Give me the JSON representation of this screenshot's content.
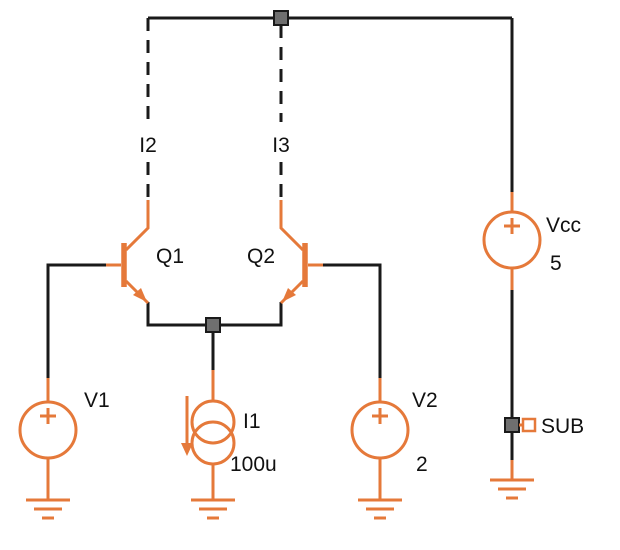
{
  "colors": {
    "background": "#ffffff",
    "component": "#E5793A",
    "wire": "#1a1a1a",
    "node_fill": "#6f6f6f",
    "node_stroke": "#1a1a1a",
    "label": "#111111"
  },
  "components": {
    "i2": {
      "label": "I2"
    },
    "i3": {
      "label": "I3"
    },
    "q1": {
      "label": "Q1"
    },
    "q2": {
      "label": "Q2"
    },
    "v1": {
      "label": "V1"
    },
    "i1": {
      "label": "I1",
      "value": "100u"
    },
    "v2": {
      "label": "V2",
      "value": "2"
    },
    "vcc": {
      "label": "Vcc",
      "value": "5"
    },
    "sub": {
      "label": "SUB"
    }
  }
}
